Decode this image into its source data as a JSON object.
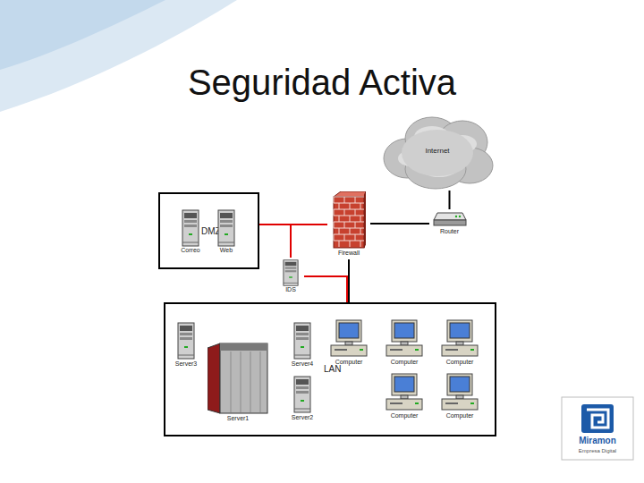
{
  "diagram": {
    "title": "Seguridad Activa",
    "nodes": [
      {
        "text": [
          "Internet"
        ]
      },
      {
        "text": [
          "Router"
        ]
      },
      {
        "text": [
          "DMZ"
        ]
      },
      {
        "text": [
          "Correo"
        ],
        "in": 2
      },
      {
        "text": [
          "Web"
        ],
        "in": 2
      },
      {
        "text": [
          "Firewall"
        ]
      },
      {
        "text": [
          "IDS"
        ]
      },
      {
        "text": [
          "LAN"
        ]
      },
      {
        "text": [
          "Server3"
        ],
        "in": 7
      },
      {
        "text": [
          "Server1"
        ],
        "in": 7
      },
      {
        "text": [
          "Server4"
        ],
        "in": 7
      },
      {
        "text": [
          "Computer"
        ],
        "in": 7
      },
      {
        "text": [
          "Computer"
        ],
        "in": 7
      },
      {
        "text": [
          "Computer"
        ],
        "in": 7
      },
      {
        "text": [
          "Server2"
        ],
        "in": 7
      },
      {
        "text": [
          "Computer"
        ],
        "in": 7
      },
      {
        "text": [
          "Computer"
        ],
        "in": 7
      }
    ],
    "edges": [
      {
        "from": 0,
        "to": 1,
        "arrow": "none"
      },
      {
        "from": 1,
        "to": 5,
        "arrow": "none"
      },
      {
        "from": 5,
        "to": 2,
        "arrow": "none"
      },
      {
        "from": 5,
        "to": 7,
        "arrow": "none"
      },
      {
        "from": 6,
        "to": 5,
        "arrow": "none"
      },
      {
        "from": 6,
        "to": 7,
        "arrow": "none"
      }
    ],
    "labels": [
      "Miramon",
      "Empresa Digital"
    ]
  }
}
